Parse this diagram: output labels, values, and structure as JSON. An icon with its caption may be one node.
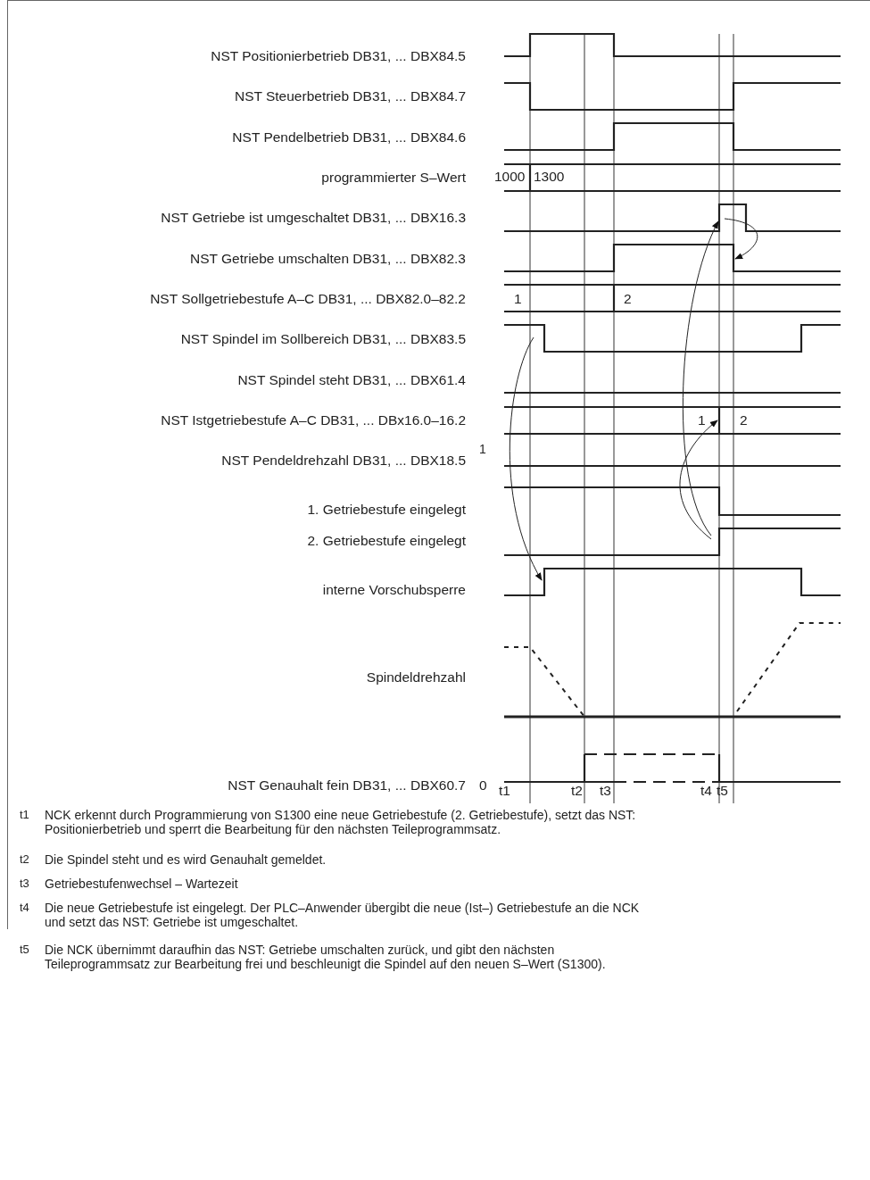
{
  "diagram": {
    "labels": [
      "NST Positionierbetrieb DB31, ... DBX84.5",
      "NST Steuerbetrieb DB31, ... DBX84.7",
      "NST Pendelbetrieb DB31, ... DBX84.6",
      "programmierter S–Wert",
      "1000",
      "1300",
      "NST Getriebe ist umgeschaltet DB31, ... DBX16.3",
      "NST Getriebe umschalten DB31, ... DBX82.3",
      "NST Sollgetriebestufe A–C DB31, ... DBX82.0–82.2",
      "1",
      "2",
      "NST Spindel im Sollbereich DB31, ... DBX83.5",
      "NST Spindel steht DB31, ... DBX61.4",
      "NST Istgetriebestufe A–C DB31, ... DBx16.0–16.2",
      "1",
      "2",
      "NST Pendeldrehzahl DB31, ... DBX18.5",
      "1",
      "1. Getriebestufe eingelegt",
      "2. Getriebestufe eingelegt",
      "interne Vorschubsperre",
      "Spindeldrehzahl",
      "NST Genauhalt fein DB31, ... DBX60.7",
      "0",
      "t1",
      "t2",
      "t3",
      "t4",
      "t5",
      "t1",
      "NCK erkennt durch Programmierung von S1300 eine neue Getriebestufe (2. Getriebestufe), setzt das NST: Positionierbetrieb und sperrt die Bearbeitung für den nächsten Teileprogrammsatz.",
      "t2",
      "Die Spindel steht und es wird Genauhalt gemeldet.",
      "t3",
      "Getriebestufenwechsel – Wartezeit",
      "t4",
      "Die neue Getriebestufe ist eingelegt. Der PLC–Anwender übergibt die neue (Ist–) Getriebestufe an die NCK und setzt das NST: Getriebe ist umgeschaltet.",
      "t5",
      "Die NCK übernimmt daraufhin das NST: Getriebe umschalten zurück, und gibt den nächsten Teileprogrammsatz zur Bearbeitung frei und beschleunigt die Spindel auf den neuen S–Wert (S1300)."
    ]
  }
}
